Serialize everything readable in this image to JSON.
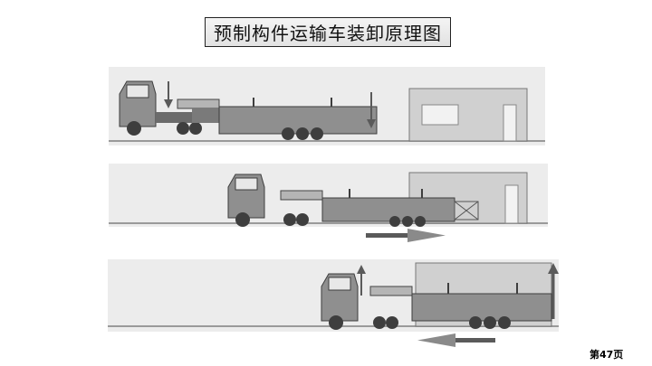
{
  "title": "预制构件运输车装卸原理图",
  "page_number": "第47页",
  "colors": {
    "panel_bg": "#ececec",
    "ground": "#9a9a9a",
    "truck_body": "#8f8f8f",
    "dark": "#3e3e3e",
    "building": "#d0d0d0",
    "arrow": "#5a5a5a"
  },
  "panels": [
    {
      "stage": "loading-approach",
      "arrows": [
        "down",
        "down"
      ]
    },
    {
      "stage": "reversing-into-building",
      "arrows": [
        "right"
      ]
    },
    {
      "stage": "lifting-and-exit",
      "arrows": [
        "up",
        "up",
        "left"
      ]
    }
  ]
}
